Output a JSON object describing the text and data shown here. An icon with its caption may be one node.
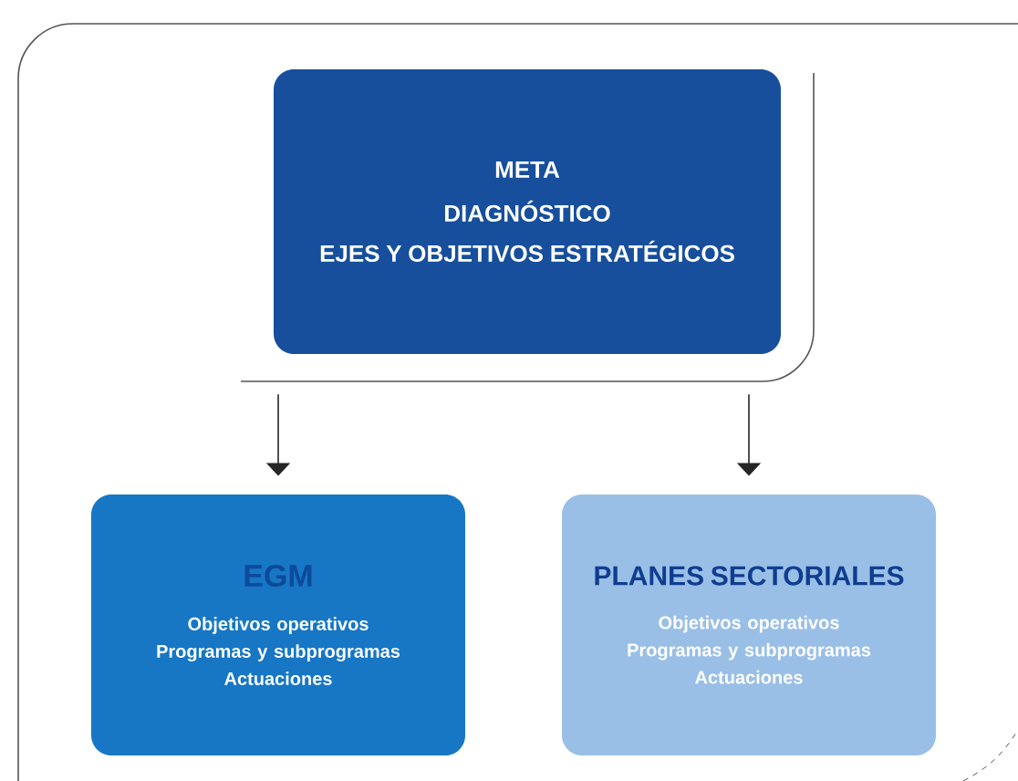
{
  "diagram": {
    "nodes": [
      {
        "text": [
          "META",
          "DIAGNÓSTICO",
          "EJES Y OBJETIVOS ESTRATÉGICOS"
        ]
      },
      {
        "text": [
          "EGM",
          "Objetivos operativos",
          "Programas y subprogramas",
          "Actuaciones"
        ]
      },
      {
        "text": [
          "PLANES SECTORIALES",
          "Objetivos operativos",
          "Programas y subprogramas",
          "Actuaciones"
        ]
      }
    ],
    "edges": [
      {
        "from": 0,
        "to": 1,
        "arrow": "to"
      },
      {
        "from": 0,
        "to": 2,
        "arrow": "to"
      }
    ]
  }
}
